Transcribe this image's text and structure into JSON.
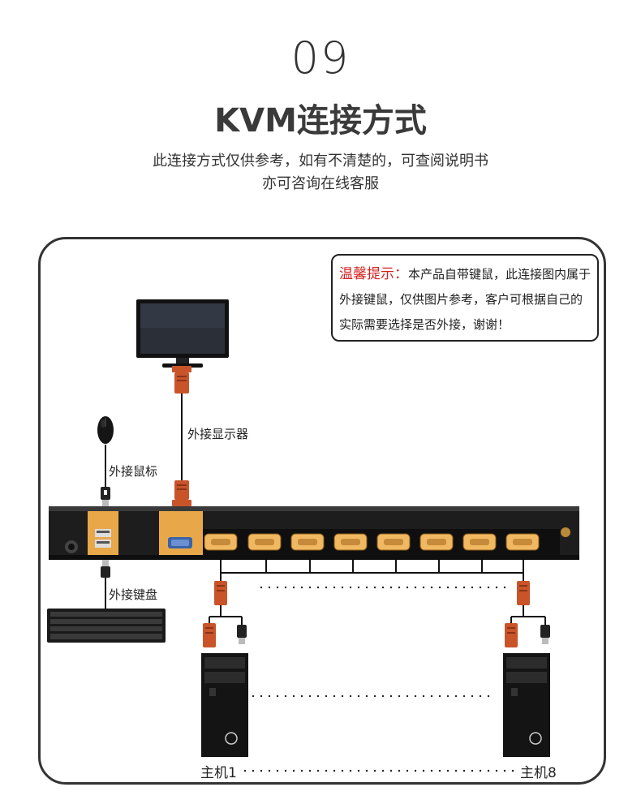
{
  "header": {
    "number": "09",
    "title": "KVM连接方式",
    "subtitle_line1": "此连接方式仅供参考，如有不清楚的，可查阅说明书",
    "subtitle_line2": "亦可咨询在线客服"
  },
  "tip": {
    "label": "温馨提示：",
    "text": "本产品自带键鼠，此连接图内属于外接键鼠，仅供图片参考，客户可根据自己的实际需要选择是否外接，谢谢！"
  },
  "labels": {
    "monitor": "外接显示器",
    "mouse": "外接鼠标",
    "keyboard": "外接键盘",
    "host_first": "主机1",
    "host_last": "主机8"
  },
  "icons": [
    "monitor-icon",
    "mouse-icon",
    "keyboard-icon",
    "kvm-switch-icon",
    "vga-connector-icon",
    "usb-connector-icon",
    "pc-tower-icon"
  ],
  "colors": {
    "connector": "#c9542a",
    "kvm_panel": "#e8a849",
    "port": "#f0b860",
    "frame": "#333333",
    "tip_label": "#d42020"
  }
}
